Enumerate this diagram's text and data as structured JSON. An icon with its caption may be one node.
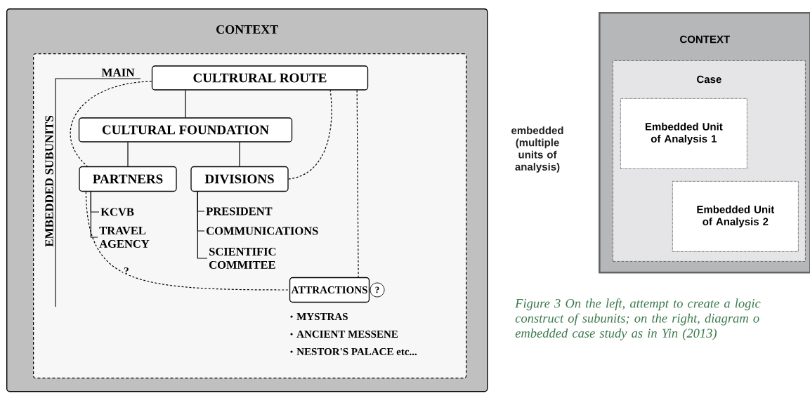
{
  "diagram": {
    "caption": "Figure 3 On the left, attempt to create a logic construct of subunits; on the right, diagram o embedded case study as in Yin (2013)",
    "nodes": [
      {
        "text": [
          "CONTEXT"
        ]
      },
      {
        "text": [],
        "shape": "box",
        "in": 0
      },
      {
        "text": [
          "CULTRURAL ROUTE"
        ],
        "in": 1
      },
      {
        "text": [
          "CULTURAL FOUNDATION"
        ],
        "in": 1
      },
      {
        "text": [
          "PARTNERS"
        ],
        "in": 1
      },
      {
        "text": [
          "DIVISIONS"
        ],
        "in": 1
      },
      {
        "text": [
          "ATTRACTIONS"
        ],
        "in": 1,
        "beside": [
          "MYSTRAS",
          "ANCIENT MESSENE",
          "NESTOR'S PALACE etc..."
        ]
      },
      {
        "text": [
          "?"
        ],
        "in": 1
      },
      {
        "text": [
          "KCVB"
        ],
        "in": 1
      },
      {
        "text": [
          "TRAVEL AGENCY"
        ],
        "in": 1
      },
      {
        "text": [
          "PRESIDENT"
        ],
        "in": 1
      },
      {
        "text": [
          "COMMUNICATIONS"
        ],
        "in": 1
      },
      {
        "text": [
          "SCIENTIFIC COMMITEE"
        ],
        "in": 1
      },
      {
        "text": [
          "CONTEXT"
        ]
      },
      {
        "text": [
          "Case"
        ],
        "in": 13
      },
      {
        "text": [
          "Embedded Unit of Analysis 1"
        ],
        "in": 14
      },
      {
        "text": [
          "Embedded Unit of Analysis 2"
        ],
        "in": 14
      }
    ],
    "edges": [
      {
        "from": 2,
        "to": 3,
        "arrow": "none"
      },
      {
        "from": 3,
        "to": 4,
        "arrow": "none"
      },
      {
        "from": 3,
        "to": 5,
        "arrow": "none"
      },
      {
        "from": 4,
        "to": 8,
        "arrow": "none"
      },
      {
        "from": 4,
        "to": 9,
        "arrow": "none"
      },
      {
        "from": 5,
        "to": 10,
        "arrow": "none"
      },
      {
        "from": 5,
        "to": 11,
        "arrow": "none"
      },
      {
        "from": 5,
        "to": 12,
        "arrow": "none"
      },
      {
        "from": 2,
        "to": 4,
        "arrow": "none",
        "style": "dashed"
      },
      {
        "from": 5,
        "to": 2,
        "arrow": "none",
        "style": "dashed"
      },
      {
        "from": 2,
        "to": 6,
        "arrow": "none",
        "style": "dashed"
      },
      {
        "from": 4,
        "to": 6,
        "arrow": "none",
        "style": "dashed",
        "label": "?"
      }
    ],
    "labels": [
      "MAIN",
      "EMBEDDED SUBUNITS",
      "embedded (multiple units of analysis)"
    ]
  }
}
